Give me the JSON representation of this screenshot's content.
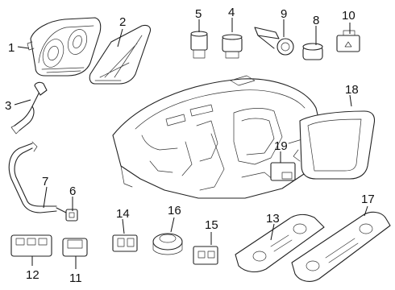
{
  "callouts": [
    {
      "id": "1",
      "label": "1"
    },
    {
      "id": "2",
      "label": "2"
    },
    {
      "id": "3",
      "label": "3"
    },
    {
      "id": "4",
      "label": "4"
    },
    {
      "id": "5",
      "label": "5"
    },
    {
      "id": "6",
      "label": "6"
    },
    {
      "id": "7",
      "label": "7"
    },
    {
      "id": "8",
      "label": "8"
    },
    {
      "id": "9",
      "label": "9"
    },
    {
      "id": "10",
      "label": "10"
    },
    {
      "id": "11",
      "label": "11"
    },
    {
      "id": "12",
      "label": "12"
    },
    {
      "id": "13",
      "label": "13"
    },
    {
      "id": "14",
      "label": "14"
    },
    {
      "id": "15",
      "label": "15"
    },
    {
      "id": "16",
      "label": "16"
    },
    {
      "id": "17",
      "label": "17"
    },
    {
      "id": "18",
      "label": "18"
    },
    {
      "id": "19",
      "label": "19"
    }
  ]
}
